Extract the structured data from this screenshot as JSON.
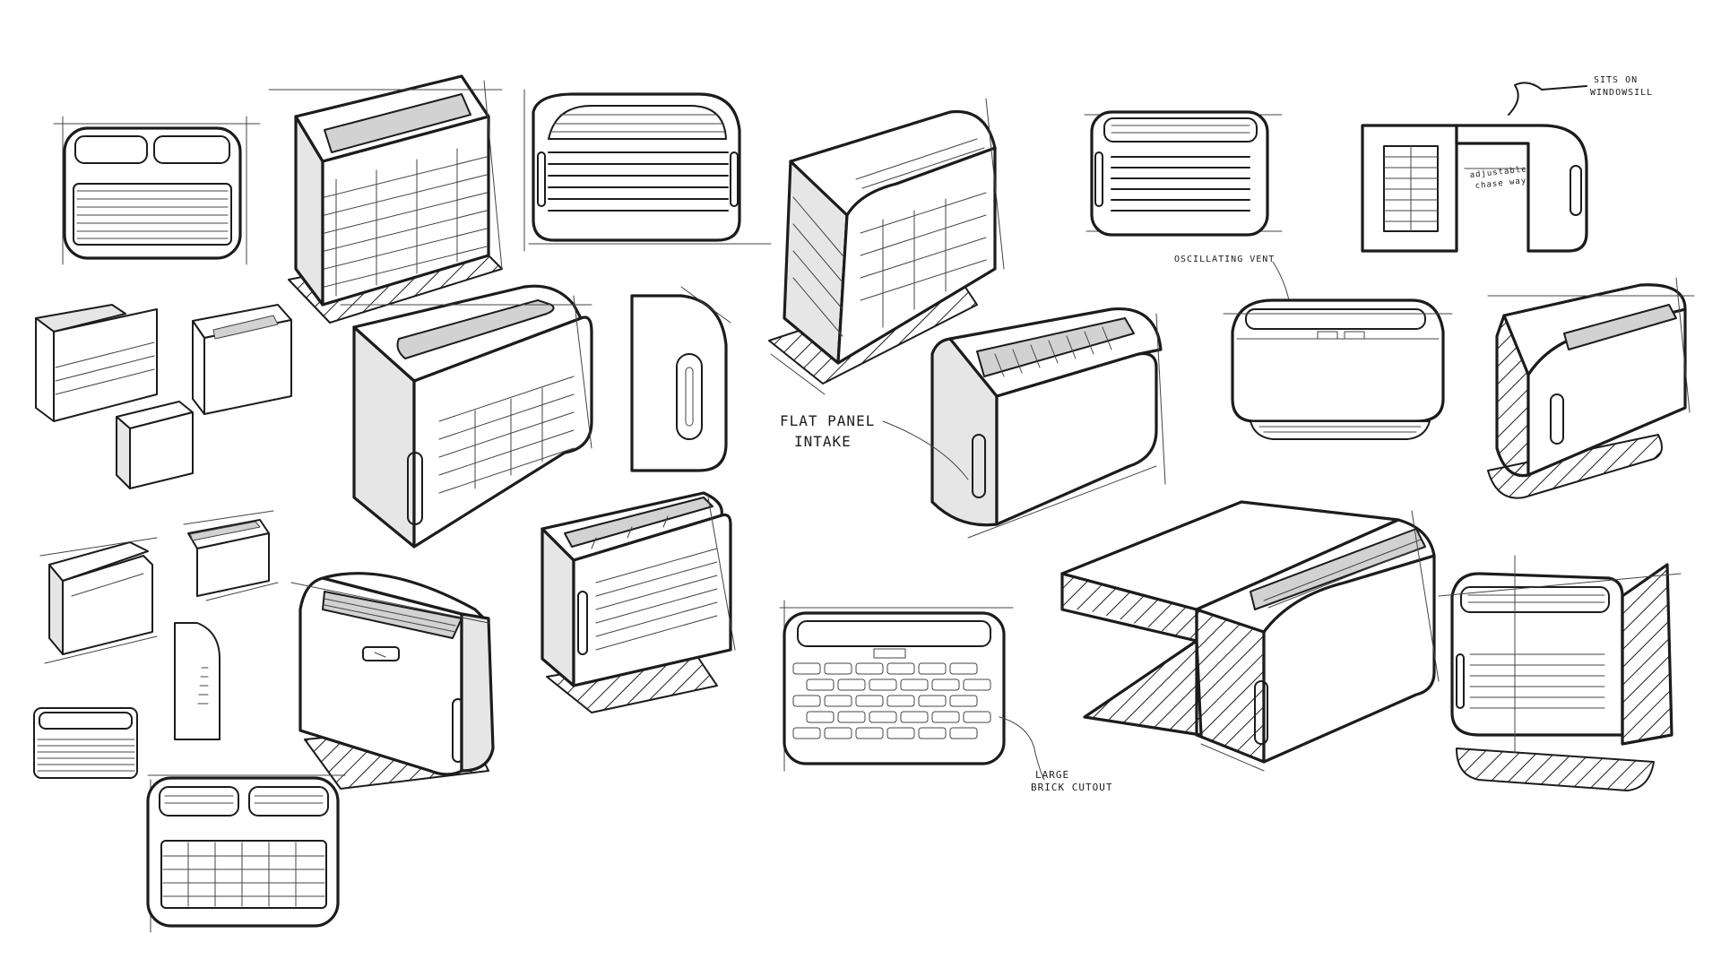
{
  "notes": {
    "sits_on_line1": "SITS ON",
    "sits_on_line2": "WINDOWSILL",
    "adjustable_line1": "adjustable",
    "adjustable_line2": "chase way",
    "oscillating_vent": "OSCILLATING VENT",
    "flat_panel_line1": "FLAT PANEL",
    "flat_panel_line2": "INTAKE",
    "large_brick_line1": "LARGE",
    "large_brick_line2": "BRICK CUTOUT"
  },
  "icons": {
    "sketch_units": "air-conditioner-sketch"
  },
  "colors": {
    "ink": "#1c1c1c",
    "shade": "#e6e6e6",
    "paper": "#ffffff"
  }
}
